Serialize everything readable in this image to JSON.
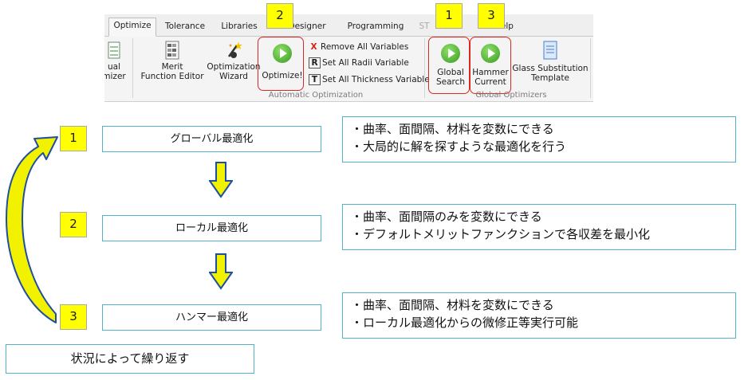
{
  "ribbon": {
    "tabs": [
      "Optimize",
      "Tolerance",
      "Libraries",
      "Designer",
      "Programming",
      "ST",
      "Help"
    ],
    "active_tab": "Optimize",
    "left_cut_label": [
      "ual",
      "mizer"
    ],
    "merit": [
      "Merit",
      "Function Editor"
    ],
    "wizard": [
      "Optimization",
      "Wizard"
    ],
    "optimize": "Optimize!",
    "variables": [
      "Remove All Variables",
      "Set All Radii Variable",
      "Set All Thickness Variable"
    ],
    "variable_icons": [
      "X",
      "R",
      "T"
    ],
    "global_search": [
      "Global",
      "Search"
    ],
    "hammer": [
      "Hammer",
      "Current"
    ],
    "glass_sub": [
      "Glass Substitution",
      "Template"
    ],
    "group_auto": "Automatic Optimization",
    "group_global": "Global Optimizers",
    "callouts": [
      "2",
      "1",
      "3"
    ]
  },
  "steps": [
    {
      "num": "1",
      "label": "グローバル最適化",
      "desc": [
        "・曲率、面間隔、材料を変数にできる",
        "・大局的に解を探すような最適化を行う"
      ]
    },
    {
      "num": "2",
      "label": "ローカル最適化",
      "desc": [
        "・曲率、面間隔のみを変数にできる",
        "・デフォルトメリットファンクションで各収差を最小化"
      ]
    },
    {
      "num": "3",
      "label": "ハンマー最適化",
      "desc": [
        "・曲率、面間隔、材料を変数にできる",
        "・ローカル最適化からの微修正等実行可能"
      ]
    }
  ],
  "footer": "状況によって繰り返す",
  "colors": {
    "box_border": "#52b3c8",
    "tag_fill": "#ffff00",
    "highlight": "#d9281f",
    "arrow_fill": "#f2f200",
    "arrow_stroke": "#1e4fa0"
  }
}
